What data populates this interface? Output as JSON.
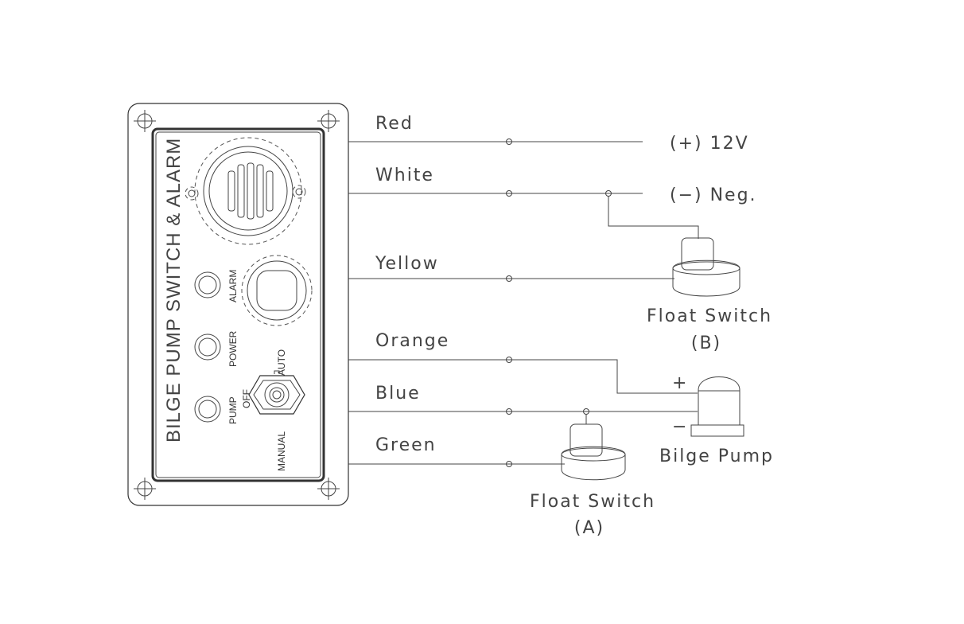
{
  "panel": {
    "title": "BILGE PUMP SWITCH & ALARM",
    "indicators": [
      "ALARM",
      "POWER",
      "PUMP"
    ],
    "switch_positions": [
      "AUTO",
      "OFF",
      "MANUAL"
    ]
  },
  "wires": [
    "Red",
    "White",
    "Yellow",
    "Orange",
    "Blue",
    "Green"
  ],
  "terminals": {
    "positive": "(+) 12V",
    "negative": "(−) Neg."
  },
  "components": {
    "float_switch_b": {
      "name": "Float Switch",
      "tag": "(B)"
    },
    "float_switch_a": {
      "name": "Float Switch",
      "tag": "(A)"
    },
    "bilge_pump": {
      "name": "Bilge Pump",
      "plus": "+",
      "minus": "−"
    }
  },
  "colors": {
    "line": "#333333",
    "text": "#444444",
    "background": "#ffffff"
  }
}
